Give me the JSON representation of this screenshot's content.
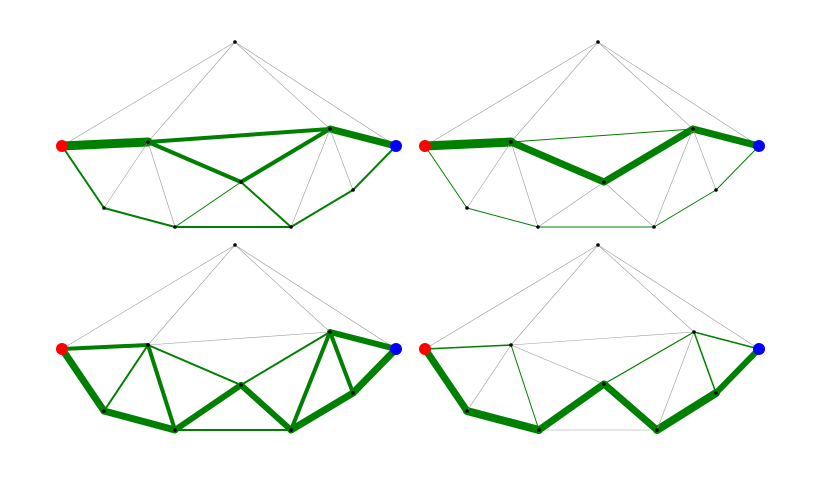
{
  "figure": {
    "panel_count": 4,
    "colors": {
      "edge": "#008000",
      "faint_edge": "#9a9a9a",
      "node": "#000000",
      "source": "#ff0000",
      "sink": "#0000ff",
      "background": "#ffffff"
    },
    "graph": {
      "nodes": [
        "top",
        "source",
        "upper-left",
        "center",
        "upper-right",
        "sink",
        "lower-left-1",
        "lower-left-2",
        "lower-right-2",
        "lower-right-1"
      ],
      "edges": [
        [
          "top",
          "source"
        ],
        [
          "top",
          "upper-left"
        ],
        [
          "top",
          "upper-right"
        ],
        [
          "top",
          "sink"
        ],
        [
          "source",
          "upper-left"
        ],
        [
          "upper-left",
          "upper-right"
        ],
        [
          "upper-right",
          "sink"
        ],
        [
          "source",
          "lower-left-1"
        ],
        [
          "lower-left-1",
          "lower-left-2"
        ],
        [
          "lower-left-2",
          "lower-right-2"
        ],
        [
          "lower-right-2",
          "lower-right-1"
        ],
        [
          "lower-right-1",
          "sink"
        ],
        [
          "upper-left",
          "lower-left-1"
        ],
        [
          "upper-left",
          "lower-left-2"
        ],
        [
          "upper-left",
          "center"
        ],
        [
          "center",
          "lower-left-2"
        ],
        [
          "center",
          "lower-right-2"
        ],
        [
          "center",
          "upper-right"
        ],
        [
          "upper-right",
          "lower-right-2"
        ],
        [
          "upper-right",
          "lower-right-1"
        ]
      ]
    }
  }
}
